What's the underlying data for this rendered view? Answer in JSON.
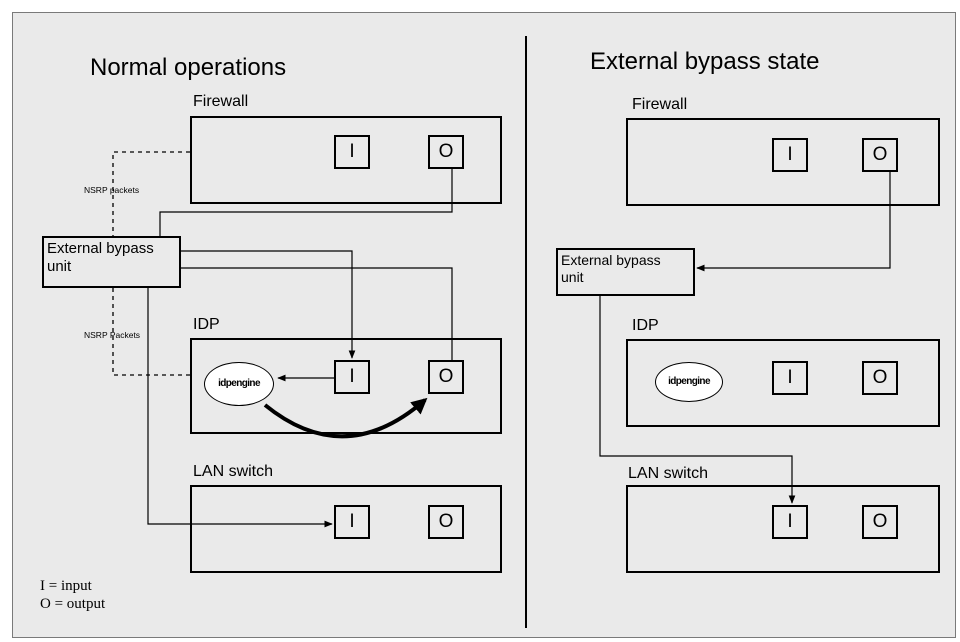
{
  "left_panel": {
    "title": "Normal operations",
    "firewall": {
      "label": "Firewall",
      "input": "I",
      "output": "O"
    },
    "nsrp_top": "NSRP packets",
    "nsrp_bottom": "NSRP Packets",
    "bypass_unit": {
      "line1": "External bypass",
      "line2": "unit"
    },
    "idp": {
      "label": "IDP",
      "engine": "idpengine",
      "input": "I",
      "output": "O"
    },
    "lan_switch": {
      "label": "LAN switch",
      "input": "I",
      "output": "O"
    },
    "legend": {
      "input": "I  =  input",
      "output": "O  =  output"
    }
  },
  "right_panel": {
    "title": "External bypass state",
    "firewall": {
      "label": "Firewall",
      "input": "I",
      "output": "O"
    },
    "bypass_unit": {
      "line1": "External bypass",
      "line2": "unit"
    },
    "idp": {
      "label": "IDP",
      "engine": "idpengine",
      "input": "I",
      "output": "O"
    },
    "lan_switch": {
      "label": "LAN switch",
      "input": "I",
      "output": "O"
    }
  }
}
